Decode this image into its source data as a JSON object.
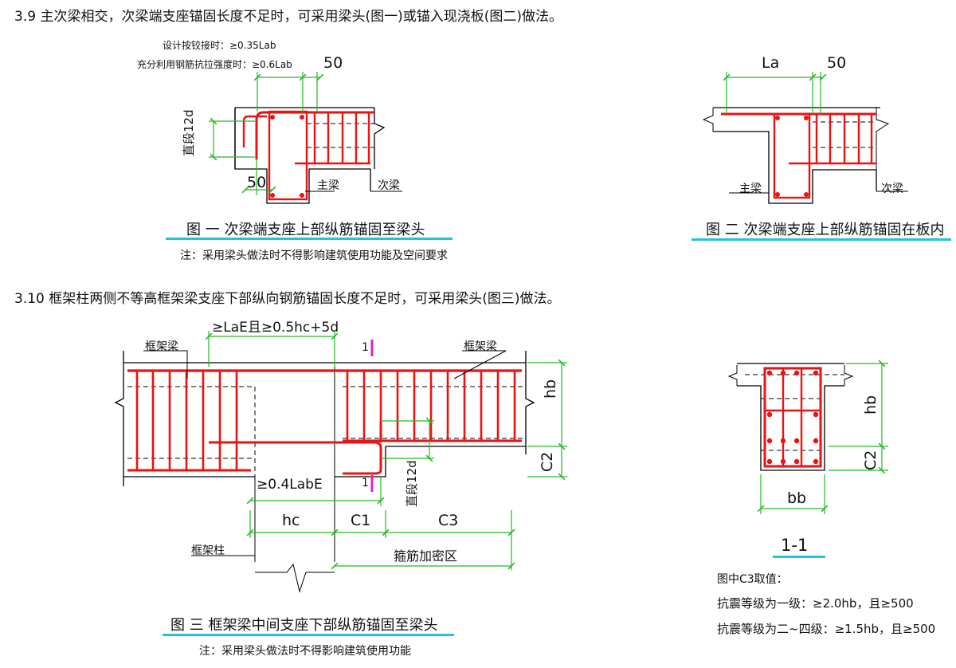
{
  "headings": {
    "h39": "3.9 主次梁相交，次梁端支座锚固长度不足时，可采用梁头(图一)或锚入现浇板(图二)做法。",
    "h310": "3.10 框架柱两侧不等高框架梁支座下部纵向钢筋锚固长度不足时，可采用梁头(图三)做法。"
  },
  "fig1": {
    "dim_hinged": "设计按铰接时：≥0.35Lab",
    "dim_full": "充分利用钢筋抗拉强度时：≥0.6Lab",
    "dim_50_top": "50",
    "dim_50_bottom": "50",
    "vert_label": "直段12d",
    "main_beam": "主梁",
    "sec_beam": "次梁",
    "caption": "图 一  次梁端支座上部纵筋锚固至梁头",
    "note": "注：采用梁头做法时不得影响建筑使用功能及空间要求"
  },
  "fig2": {
    "dim_la": "La",
    "dim_50": "50",
    "main_beam": "主梁",
    "sec_beam": "次梁",
    "caption": "图 二  次梁端支座上部纵筋锚固在板内"
  },
  "fig3": {
    "dim_top": "≥LaE且≥0.5hc+5d",
    "frame_beam_left": "框架梁",
    "frame_beam_right": "框架梁",
    "sec_mark_top": "1",
    "sec_mark_bottom": "1",
    "dim_04": "≥0.4LabE",
    "vert_label": "直段12d",
    "hb": "hb",
    "c2": "C2",
    "hc": "hc",
    "c1": "C1",
    "c3": "C3",
    "column": "框架柱",
    "dense_zone": "箍筋加密区",
    "caption": "图 三   框架梁中间支座下部纵筋锚固至梁头",
    "note": "注：采用梁头做法时不得影响建筑使用功能"
  },
  "section11": {
    "hb": "hb",
    "c2": "C2",
    "bb": "bb",
    "title": "1-1",
    "c3_title": "图中C3取值：",
    "c3_line1": "抗震等级为一级：≥2.0hb，且≥500",
    "c3_line2": "抗震等级为二~四级：≥1.5hb，且≥500"
  },
  "colors": {
    "rebar": "#ee1111",
    "dim": "#22bb22",
    "caption_line": "#22c3dd",
    "section_mark": "#e020c0",
    "outline": "#000000"
  }
}
